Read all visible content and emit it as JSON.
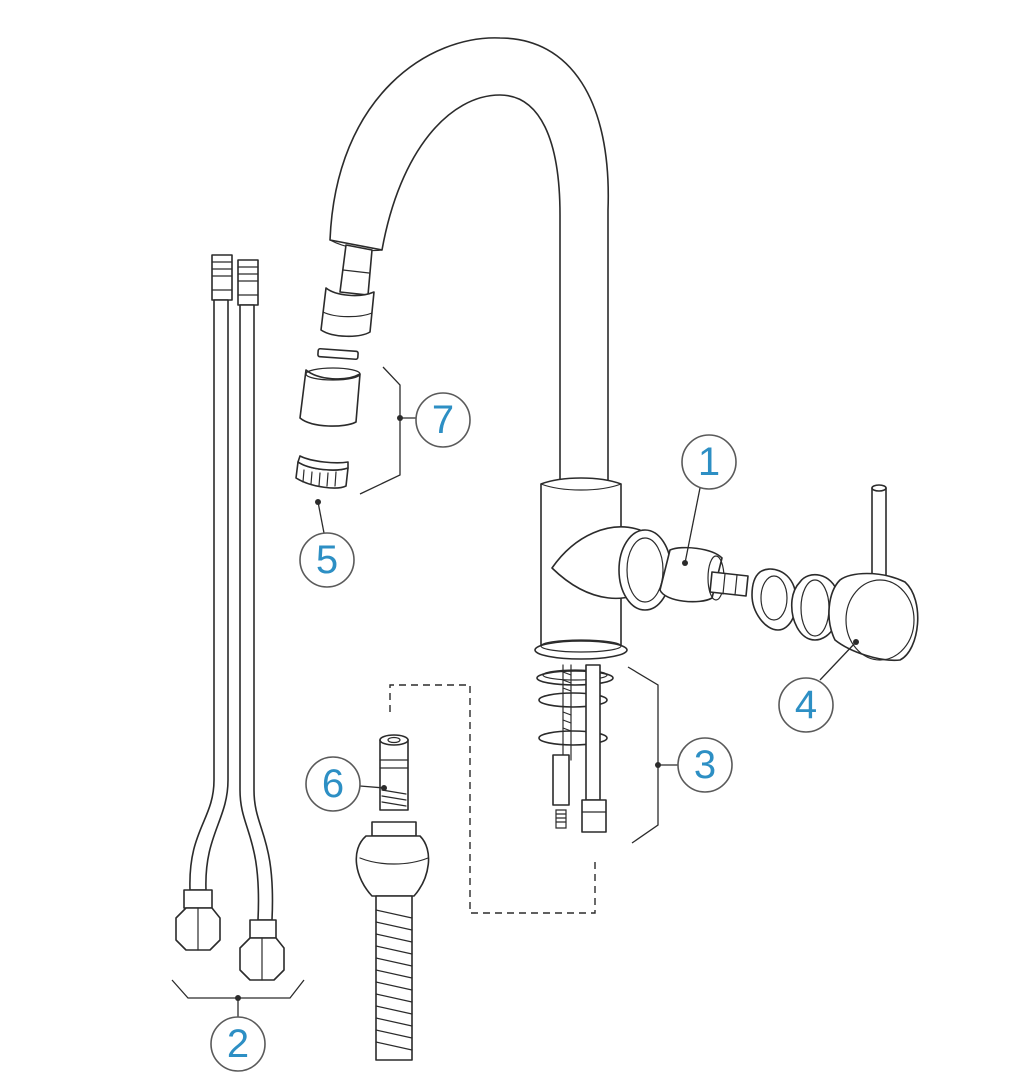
{
  "colors": {
    "callout_number": "#2d8fc4",
    "line": "#2b2b2b",
    "callout_ring": "#5a5a5a",
    "background": "#ffffff"
  },
  "callouts": [
    {
      "id": "1",
      "label": "1"
    },
    {
      "id": "2",
      "label": "2"
    },
    {
      "id": "3",
      "label": "3"
    },
    {
      "id": "4",
      "label": "4"
    },
    {
      "id": "5",
      "label": "5"
    },
    {
      "id": "6",
      "label": "6"
    },
    {
      "id": "7",
      "label": "7"
    }
  ]
}
